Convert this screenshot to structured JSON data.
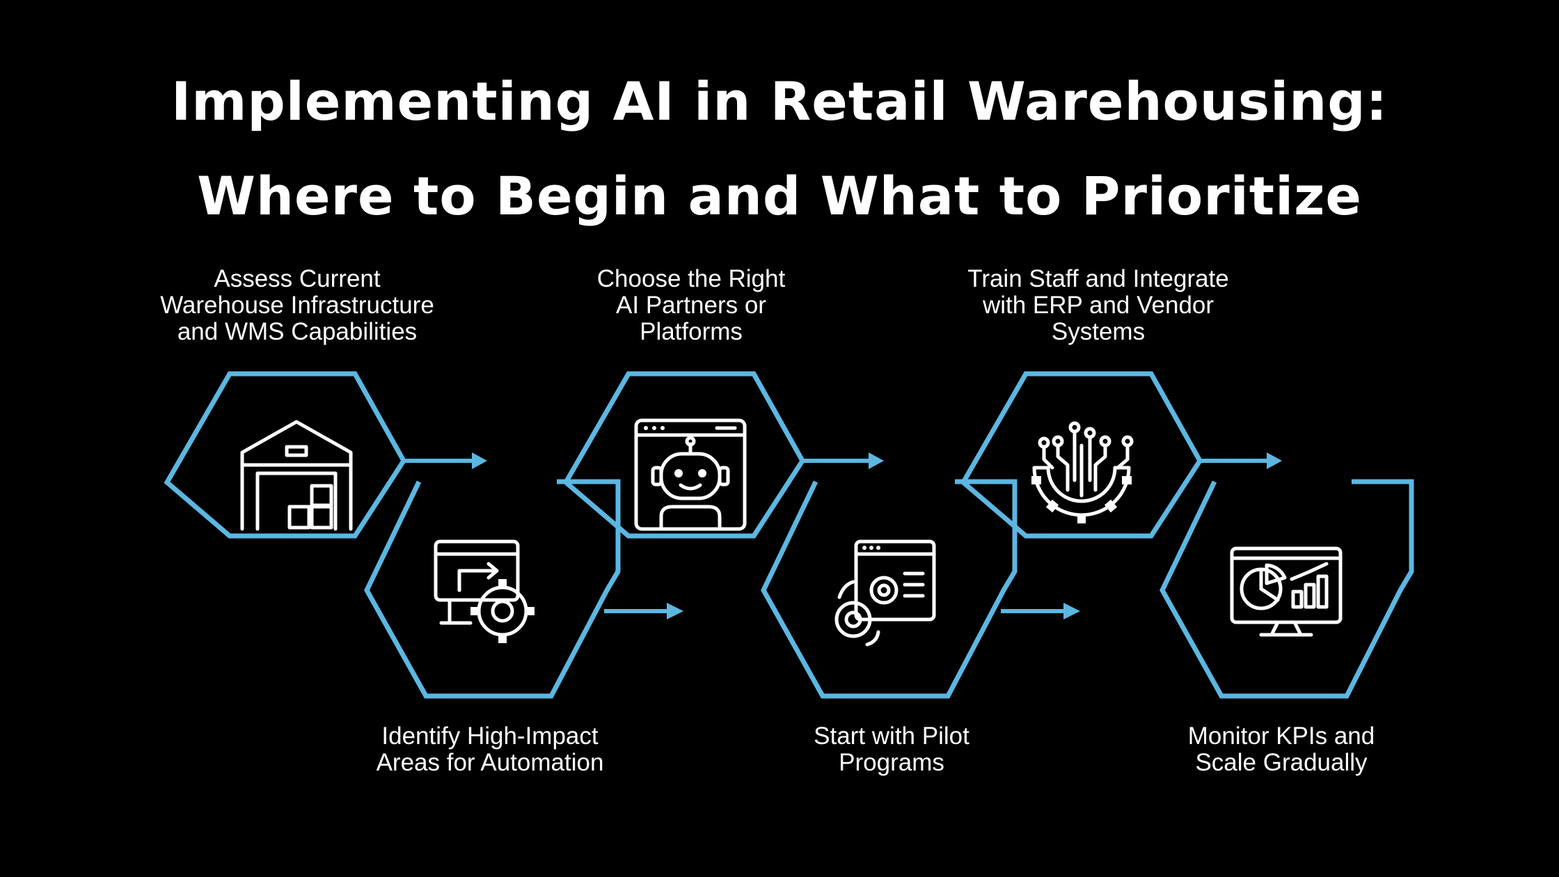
{
  "title": {
    "line1": "Implementing AI in Retail Warehousing:",
    "line2": "Where to Begin and What to Prioritize"
  },
  "steps": [
    {
      "lines": [
        "Assess Current",
        "Warehouse Infrastructure",
        "and WMS Capabilities"
      ],
      "icon": "warehouse-icon"
    },
    {
      "lines": [
        "Identify High-Impact",
        "Areas for Automation"
      ],
      "icon": "monitor-gear-icon"
    },
    {
      "lines": [
        "Choose the Right",
        "AI Partners or",
        "Platforms"
      ],
      "icon": "robot-window-icon"
    },
    {
      "lines": [
        "Start with Pilot",
        "Programs"
      ],
      "icon": "browser-gears-icon"
    },
    {
      "lines": [
        "Train Staff and Integrate",
        "with ERP and Vendor",
        "Systems"
      ],
      "icon": "gear-circuit-icon"
    },
    {
      "lines": [
        "Monitor KPIs and",
        "Scale Gradually"
      ],
      "icon": "dashboard-monitor-icon"
    }
  ],
  "colors": {
    "background": "#000000",
    "accent": "#5bb7e2",
    "text": "#ffffff"
  }
}
